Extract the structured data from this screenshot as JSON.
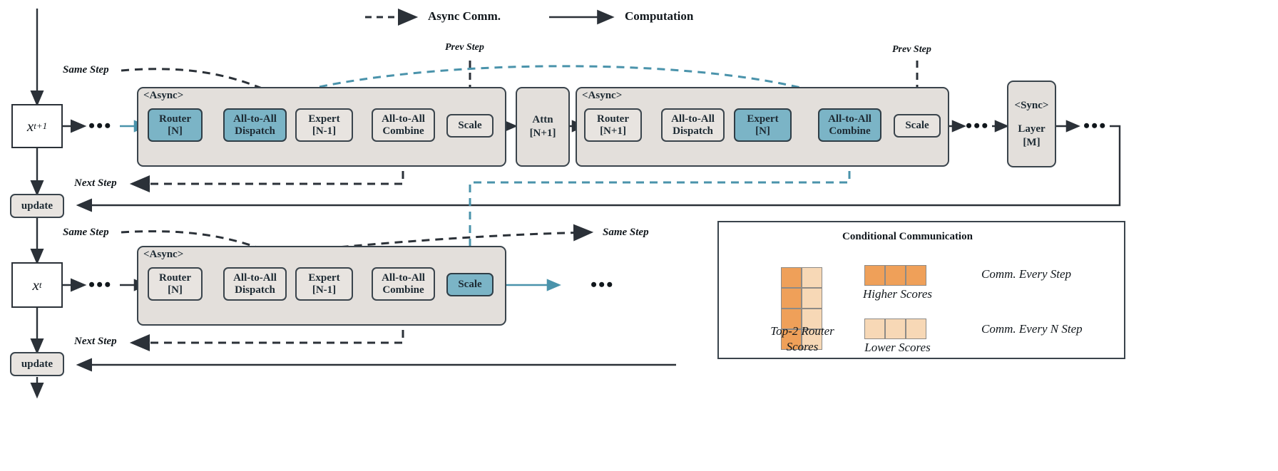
{
  "legend": {
    "async_comm": "Async Comm.",
    "computation": "Computation"
  },
  "colors": {
    "teal_fill": "#7bb4c6",
    "teal_line": "#4a93ab",
    "gray_fill": "#e8e4e0",
    "group_fill": "#e3dfdb",
    "outline": "#3a444c",
    "orange_high": "#efa059",
    "orange_low": "#f7d8b6"
  },
  "annotations": {
    "same_step_top": "Same Step",
    "next_step_top": "Next Step",
    "same_step_bottom": "Same Step",
    "same_step_bottom_right": "Same Step",
    "next_step_bottom": "Next Step",
    "prev_step_1": "Prev Step",
    "prev_step_2": "Prev Step"
  },
  "state_boxes": {
    "top": "x",
    "top_sub": "t+1",
    "bottom": "x",
    "bottom_sub": "t",
    "update_1": "update",
    "update_2": "update"
  },
  "tags": {
    "async": "<Async>",
    "sync": "<Sync>"
  },
  "rows": {
    "top": {
      "group1": {
        "tag": "<Async>",
        "blocks": [
          {
            "l1": "Router",
            "l2": "[N]",
            "teal": true
          },
          {
            "l1": "All-to-All",
            "l2": "Dispatch",
            "teal": true
          },
          {
            "l1": "Expert",
            "l2": "[N-1]",
            "teal": false
          },
          {
            "l1": "All-to-All",
            "l2": "Combine",
            "teal": false
          },
          {
            "l1": "Scale",
            "l2": "",
            "teal": false
          }
        ]
      },
      "attn": {
        "l1": "Attn",
        "l2": "[N+1]"
      },
      "group2": {
        "tag": "<Async>",
        "blocks": [
          {
            "l1": "Router",
            "l2": "[N+1]",
            "teal": false
          },
          {
            "l1": "All-to-All",
            "l2": "Dispatch",
            "teal": false
          },
          {
            "l1": "Expert",
            "l2": "[N]",
            "teal": true
          },
          {
            "l1": "All-to-All",
            "l2": "Combine",
            "teal": true
          },
          {
            "l1": "Scale",
            "l2": "",
            "teal": false
          }
        ]
      },
      "layer": {
        "tag": "<Sync>",
        "l1": "Layer",
        "l2": "[M]"
      }
    },
    "bottom": {
      "group1": {
        "tag": "<Async>",
        "blocks": [
          {
            "l1": "Router",
            "l2": "[N]",
            "teal": false
          },
          {
            "l1": "All-to-All",
            "l2": "Dispatch",
            "teal": false
          },
          {
            "l1": "Expert",
            "l2": "[N-1]",
            "teal": false
          },
          {
            "l1": "All-to-All",
            "l2": "Combine",
            "teal": false
          },
          {
            "l1": "Scale",
            "l2": "",
            "teal": true
          }
        ]
      }
    }
  },
  "panel": {
    "title": "Conditional Communication",
    "grid_label_line1": "Top-2 Router",
    "grid_label_line2": "Scores",
    "higher_label": "Higher Scores",
    "lower_label": "Lower Scores",
    "higher_result": "Comm. Every Step",
    "lower_result": "Comm. Every N Step",
    "grid": {
      "rows": 4,
      "cols": 2,
      "col_colors": [
        "#efa059",
        "#f7d8b6"
      ]
    },
    "higher_strip": {
      "cells": 3,
      "color": "#efa059"
    },
    "lower_strip": {
      "cells": 3,
      "color": "#f7d8b6"
    }
  },
  "ellipsis": "•••"
}
